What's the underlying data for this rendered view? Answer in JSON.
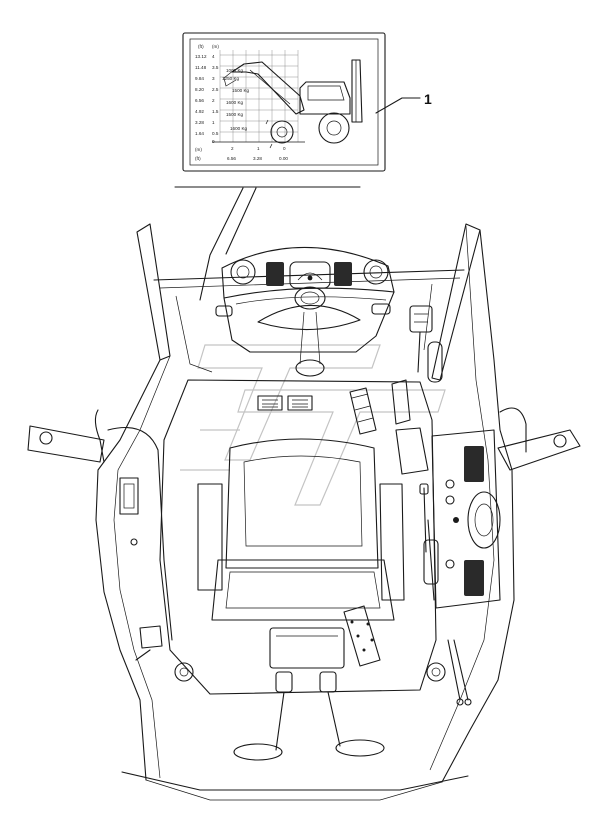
{
  "callout": {
    "number": "1"
  },
  "panel": {
    "left_units": "(ft)",
    "right_units": "(m)",
    "left_scale": [
      "13.12",
      "11.48",
      "9.84",
      "8.20",
      "6.56",
      "4.92",
      "3.28",
      "1.64"
    ],
    "right_scale": [
      "4",
      "3.5",
      "3",
      "2.5",
      "2",
      "1.5",
      "1",
      "0.5",
      "0"
    ],
    "loads": [
      "1000 Kg",
      "1250 Kg",
      "1500 Kg",
      "1600 Kg",
      "1500 Kg",
      "1600 Kg"
    ],
    "bottom_m_label": "(m)",
    "bottom_ft_label": "(ft)",
    "bottom_m": [
      "2",
      "1",
      "0"
    ],
    "bottom_ft": [
      "6.56",
      "3.28",
      "0.00"
    ]
  }
}
